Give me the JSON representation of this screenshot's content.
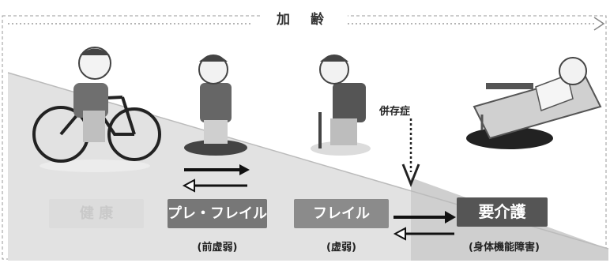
{
  "title": "加 齢",
  "stages": [
    {
      "label": "健 康",
      "sublabel": ""
    },
    {
      "label": "プレ・フレイル",
      "sublabel": "(前虚弱)"
    },
    {
      "label": "フレイル",
      "sublabel": "(虚弱)"
    },
    {
      "label": "要介護",
      "sublabel": "(身体機能障害)"
    }
  ],
  "comorbidity_label": "併存症",
  "colors": {
    "healthy_box": "#dcdcdc",
    "prefrail_box": "#777777",
    "frail_box": "#8b8b8b",
    "care_box": "#555555",
    "decline_band": "#d9d9d9"
  },
  "icons": [
    "cyclist-figure",
    "hunched-person-figure",
    "cane-person-figure",
    "bedridden-person-figure",
    "arrow-right",
    "arrow-left",
    "arrow-down"
  ]
}
